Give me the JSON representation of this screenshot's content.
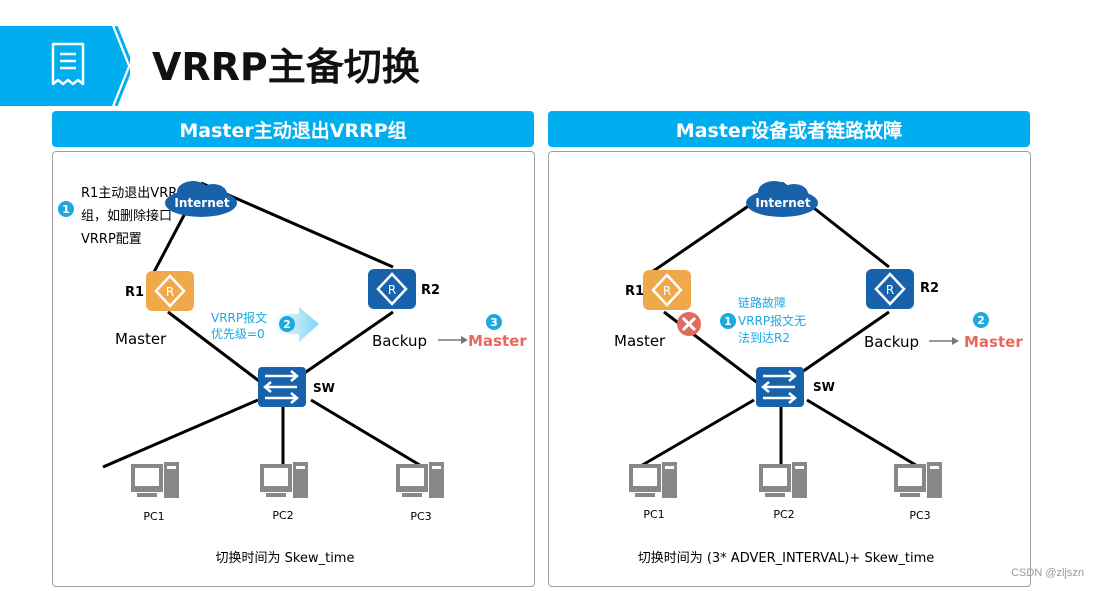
{
  "header": {
    "title": "VRRP主备切换",
    "icon": "document-list-icon",
    "brand_color": "#00aeef"
  },
  "left": {
    "heading": "Master主动退出VRRP组",
    "step1": {
      "num": "1",
      "lines": [
        "R1主动退出VRRP",
        "组，如删除接口",
        "VRRP配置"
      ]
    },
    "internet": "Internet",
    "r1": {
      "label": "R1",
      "role": "Master"
    },
    "r2": {
      "label": "R2",
      "role": "Backup"
    },
    "step2": {
      "num": "2",
      "lines": [
        "VRRP报文",
        "优先级=0"
      ]
    },
    "step3": {
      "num": "3",
      "new_role": "Master"
    },
    "sw": "SW",
    "pcs": [
      "PC1",
      "PC2",
      "PC3"
    ],
    "footer": "切换时间为 Skew_time"
  },
  "right": {
    "heading": "Master设备或者链路故障",
    "internet": "Internet",
    "r1": {
      "label": "R1",
      "role": "Master"
    },
    "r2": {
      "label": "R2",
      "role": "Backup"
    },
    "step1": {
      "num": "1",
      "lines": [
        "链路故障",
        "VRRP报文无",
        "法到达R2"
      ]
    },
    "step2": {
      "num": "2",
      "new_role": "Master"
    },
    "sw": "SW",
    "pcs": [
      "PC1",
      "PC2",
      "PC3"
    ],
    "footer": "切换时间为 (3* ADVER_INTERVAL)+ Skew_time"
  },
  "colors": {
    "accent": "#00aeef",
    "router_master": "#f0a94a",
    "router_backup": "#1762ab",
    "new_master": "#e8685c",
    "step_text": "#1ea8e0",
    "fault": "#e06c5e"
  },
  "watermark": "CSDN @zljszn"
}
